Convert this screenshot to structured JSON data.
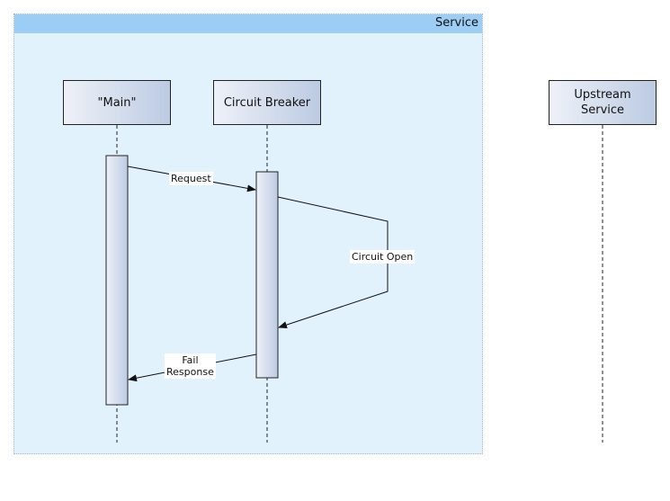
{
  "service": {
    "title": "Service"
  },
  "actors": {
    "main": "\"Main\"",
    "breaker": "Circuit Breaker",
    "upstream_line1": "Upstream",
    "upstream_line2": "Service"
  },
  "messages": {
    "request": "Request",
    "circuit_open": "Circuit Open",
    "fail_line1": "Fail",
    "fail_line2": "Response"
  }
}
